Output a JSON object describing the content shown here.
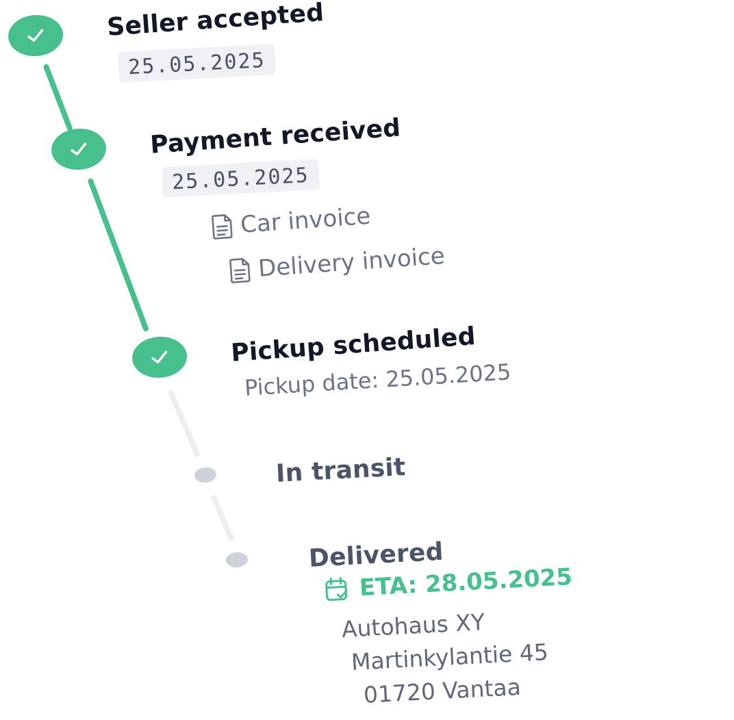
{
  "steps": [
    {
      "title": "Seller accepted",
      "date": "25.05.2025",
      "status": "done"
    },
    {
      "title": "Payment received",
      "date": "25.05.2025",
      "status": "done",
      "documents": [
        "Car invoice",
        "Delivery invoice"
      ]
    },
    {
      "title": "Pickup scheduled",
      "detail": "Pickup date: 25.05.2025",
      "status": "done"
    },
    {
      "title": "In transit",
      "status": "pending"
    },
    {
      "title": "Delivered",
      "status": "pending",
      "eta": "ETA: 28.05.2025",
      "address": [
        "Autohaus XY",
        "Martinkylantie 45",
        "01720 Vantaa"
      ]
    }
  ],
  "colors": {
    "done": "#47c08d",
    "pending": "#cdd1d9",
    "title": "#121826",
    "muted_text": "#6b7385"
  },
  "icons": {
    "done_marker": "check-icon",
    "document": "document-icon",
    "eta": "calendar-check-icon"
  }
}
